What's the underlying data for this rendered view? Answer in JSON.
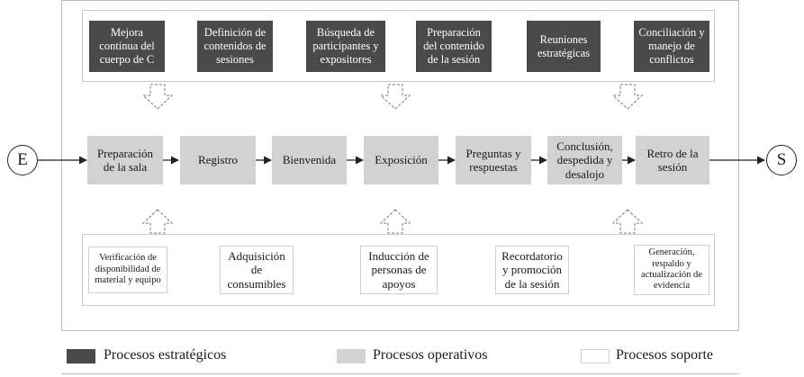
{
  "strategic": [
    "Mejora continua del cuerpo de C",
    "Definición de contenidos de sesiones",
    "Búsqueda de participantes y expositores",
    "Preparación del contenido de la sesión",
    "Reuniones estratégicas",
    "Conciliación y manejo de conflictos"
  ],
  "operative": [
    "Preparación de la sala",
    "Registro",
    "Bienvenida",
    "Exposición",
    "Preguntas y respuestas",
    "Conclusión, despedida y desalojo",
    "Retro de la sesión"
  ],
  "support": [
    "Verificación de disponibilidad de material y equipo",
    "Adquisición de consumibles",
    "Inducción de personas de apoyos",
    "Recordatorio y promoción de la sesión",
    "Generación, respaldo y actualización de evidencia"
  ],
  "start_label": "E",
  "end_label": "S",
  "legend": {
    "strategic": "Procesos estratégicos",
    "operative": "Procesos operativos",
    "support": "Procesos soporte"
  },
  "colors": {
    "strategic": "#4a4a4a",
    "operative": "#d2d2d2",
    "support": "#ffffff"
  }
}
